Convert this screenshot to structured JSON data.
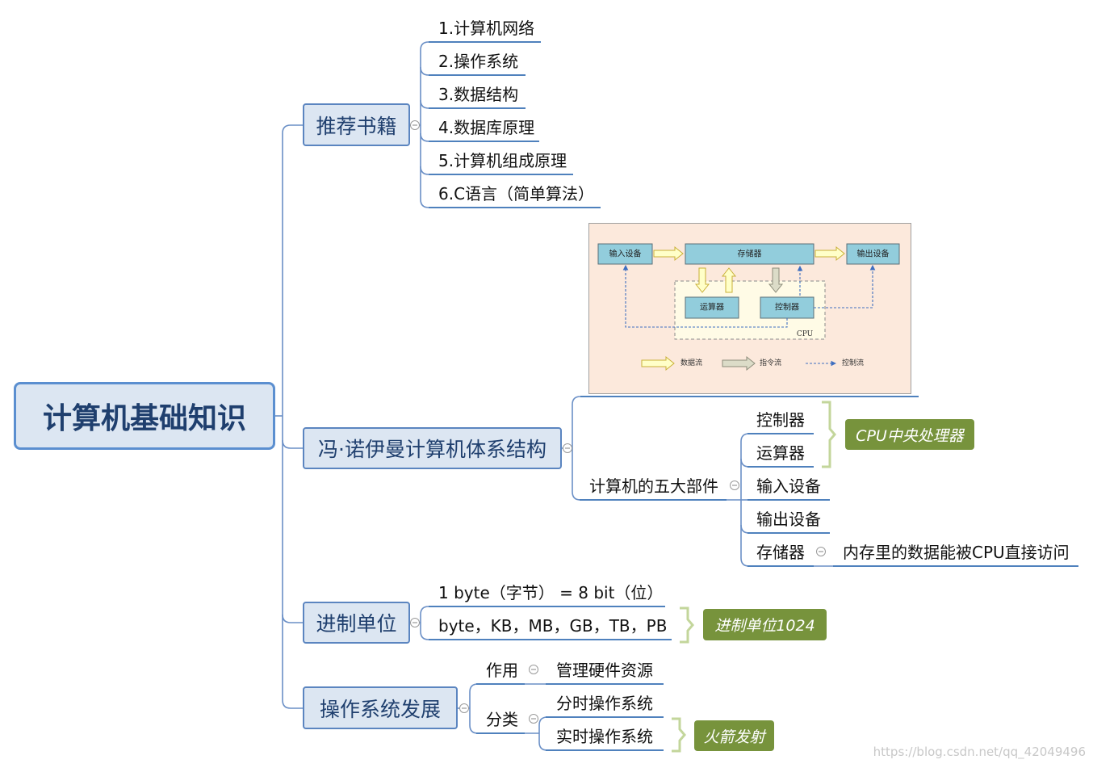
{
  "root": {
    "title": "计算机基础知识"
  },
  "recommended_books": {
    "label": "推荐书籍",
    "items": [
      "1.计算机网络",
      "2.操作系统",
      "3.数据结构",
      "4.数据库原理",
      "5.计算机组成原理",
      "6.C语言（简单算法）"
    ]
  },
  "von_neumann": {
    "label": "冯·诺伊曼计算机体系结构",
    "figure": {
      "input_device": "输入设备",
      "memory": "存储器",
      "output_device": "输出设备",
      "alu": "运算器",
      "controller": "控制器",
      "cpu": "CPU",
      "legend": {
        "data_flow": "数据流",
        "instruction_flow": "指令流",
        "control_flow": "控制流"
      }
    },
    "five_components": {
      "label": "计算机的五大部件",
      "items": [
        "控制器",
        "运算器",
        "输入设备",
        "输出设备",
        "存储器"
      ],
      "memory_note": "内存里的数据能被CPU直接访问",
      "summary": "CPU中央处理器"
    }
  },
  "units": {
    "label": "进制单位",
    "items": [
      "1 byte（字节） = 8 bit（位）",
      "byte，KB，MB，GB，TB，PB"
    ],
    "summary": "进制单位1024"
  },
  "os_development": {
    "label": "操作系统发展",
    "purpose": {
      "label": "作用",
      "value": "管理硬件资源"
    },
    "category": {
      "label": "分类",
      "items": [
        "分时操作系统",
        "实时操作系统"
      ],
      "summary": "火箭发射"
    }
  },
  "watermark": "https://blog.csdn.net/qq_42049496",
  "icons": {
    "collapse": "collapse-minus-icon"
  },
  "colors": {
    "topic_fill": "#dce6f2",
    "topic_border": "#5b85c0",
    "root_border": "#5b8fd0",
    "branch_line": "#4f81bd",
    "summary_fill": "#77933c",
    "summary_bracket": "#c3d69b",
    "figure_background": "#fce9dc"
  }
}
